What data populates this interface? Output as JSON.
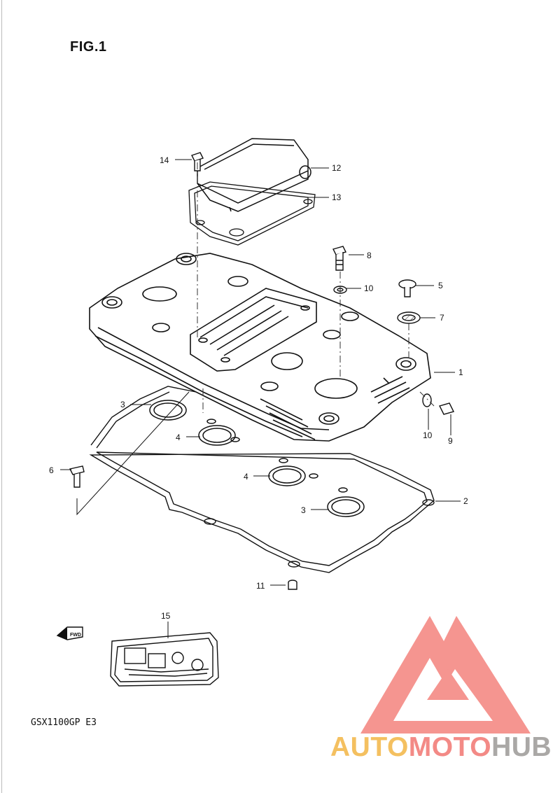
{
  "figure_title": "FIG.1",
  "model_code": "GSX1100GP  E3",
  "fwd_label": "FWD",
  "watermark": {
    "part1": "AUTO",
    "part2": "MOTO",
    "part3": "HUB",
    "colors": {
      "orange": "#f4c060",
      "pink": "#f38a86",
      "gray": "#aaa8a6"
    }
  },
  "callouts": [
    "1",
    "2",
    "3",
    "3",
    "4",
    "4",
    "5",
    "6",
    "7",
    "8",
    "9",
    "10",
    "10",
    "11",
    "12",
    "13",
    "14",
    "15"
  ]
}
